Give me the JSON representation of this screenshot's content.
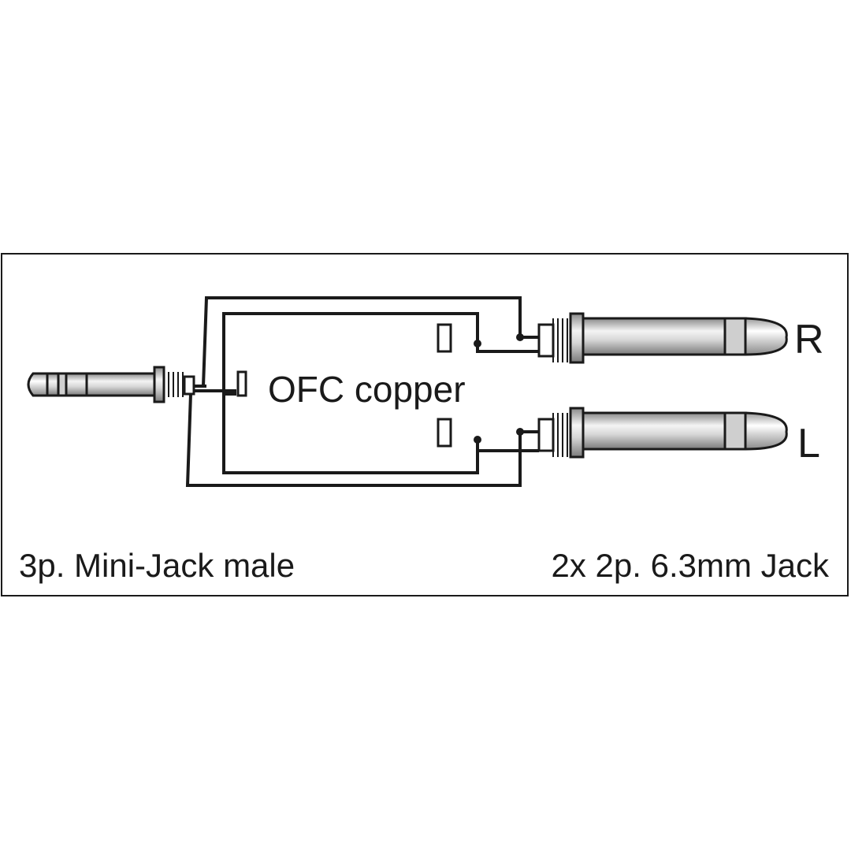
{
  "labels": {
    "center": "OFC copper",
    "right_channel": "R",
    "left_channel": "L",
    "source": "3p. Mini-Jack male",
    "target": "2x 2p. 6.3mm Jack"
  },
  "colors": {
    "line": "#1a1a1a",
    "metal_light": "#f2f2f2",
    "metal_mid": "#bdbdbd",
    "metal_dark": "#8a8a8a"
  }
}
